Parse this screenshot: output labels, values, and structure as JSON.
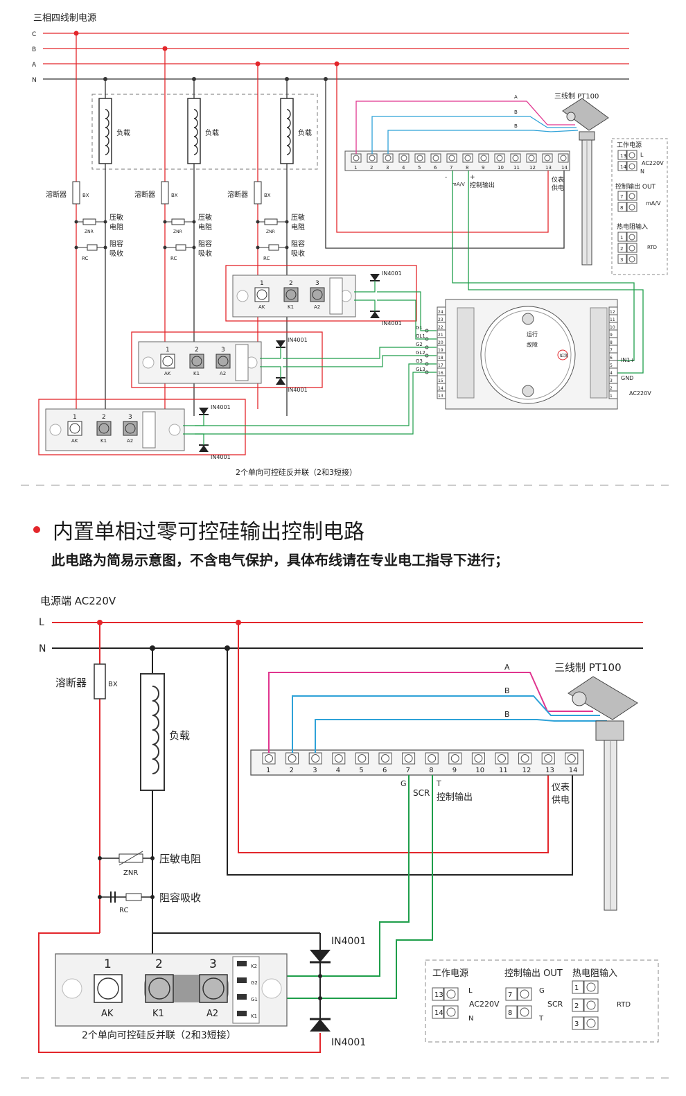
{
  "colors": {
    "L": "#e3262b",
    "N": "#222222",
    "pink": "#e0358f",
    "blue": "#2ea2d8",
    "green": "#1e9e4a"
  },
  "top": {
    "title": "三相四线制电源",
    "phases": [
      "C",
      "B",
      "A",
      "N"
    ],
    "load": "负载",
    "fuse": "溶断器",
    "bx": "BX",
    "varistor": "压敏",
    "varistor2": "电阻",
    "znr": "ZNR",
    "rc_abs": "阻容",
    "rc_abs2": "吸收",
    "rc": "RC",
    "diode": "IN4001",
    "pt100": "三线制 PT100",
    "wireA": "A",
    "wireB": "B",
    "mav": "mA/V",
    "ctrl_out": "控制输出",
    "supply1": "仪表",
    "supply2": "供电",
    "minus": "-",
    "plus": "+",
    "gate_labels": [
      "G1",
      "GL1",
      "G2",
      "GL2",
      "G3",
      "GL3"
    ],
    "caption": "2个单向可控硅反并联（2和3短接）",
    "module_pins": [
      "1",
      "2",
      "3"
    ],
    "module_labels": [
      "AK",
      "K1",
      "A2"
    ],
    "legend_power": "工作电源",
    "legend_ctrl": "控制输出 OUT",
    "legend_rtd": "热电阻输入",
    "ac220": "AC220V",
    "L": "L",
    "N": "N",
    "rtd": "RTD",
    "in1": "IN1+",
    "gnd": "GND",
    "run": "运行",
    "fault": "故障",
    "brand": "虹润"
  },
  "bottom": {
    "section_title": "内置单相过零可控硅输出控制电路",
    "note": "此电路为简易示意图，不含电气保护，具体布线请在专业电工指导下进行；",
    "power_label": "电源端  AC220V",
    "L": "L",
    "N": "N",
    "fuse": "溶断器",
    "bx": "BX",
    "load": "负载",
    "varistor": "压敏电阻",
    "znr": "ZNR",
    "rc_abs": "阻容吸收",
    "rc": "RC",
    "diode": "IN4001",
    "pt100": "三线制  PT100",
    "wireA": "A",
    "wireB": "B",
    "g": "G",
    "t": "T",
    "scr": "SCR",
    "ctrl_out": "控制输出",
    "supply1": "仪表",
    "supply2": "供电",
    "caption": "2个单向可控硅反并联（2和3短接）",
    "module_pins": [
      "1",
      "2",
      "3"
    ],
    "module_labels": [
      "AK",
      "K1",
      "A2"
    ],
    "side_labels": [
      "K2",
      "G2",
      "G1",
      "K1"
    ],
    "legend_power": "工作电源",
    "legend_ctrl": "控制输出 OUT",
    "legend_rtd": "热电阻输入",
    "ac220": "AC220V",
    "rtd": "RTD"
  },
  "terminals": [
    "1",
    "2",
    "3",
    "4",
    "5",
    "6",
    "7",
    "8",
    "9",
    "10",
    "11",
    "12",
    "13",
    "14"
  ],
  "right_terms": [
    "12",
    "11",
    "10",
    "9",
    "8",
    "7",
    "6",
    "5",
    "4",
    "3",
    "2",
    "1"
  ],
  "left_terms": [
    "24",
    "23",
    "22",
    "21",
    "20",
    "19",
    "18",
    "17",
    "16",
    "15",
    "14",
    "13"
  ]
}
